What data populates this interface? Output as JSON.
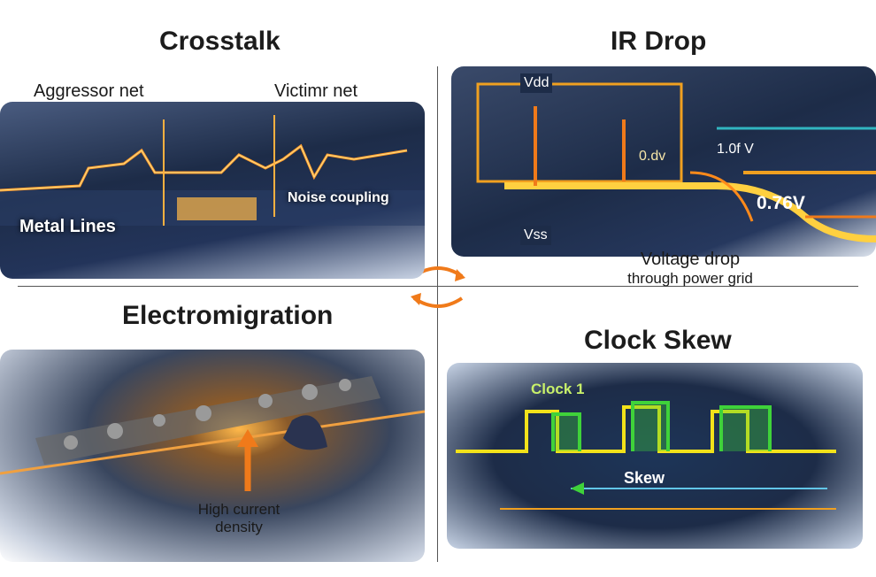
{
  "crosstalk": {
    "title": "Crosstalk",
    "aggressor": "Aggressor net",
    "victim": "Victimr net",
    "metal": "Metal Lines",
    "noise": "Noise coupling"
  },
  "irdrop": {
    "title": "IR Drop",
    "vdd": "Vdd",
    "vss": "Vss",
    "v1": "0.dv",
    "v2": "1.0f V",
    "v3": "0.76V",
    "caption1": "Voltage drop",
    "caption2": "through power grid"
  },
  "em": {
    "title": "Electromigration",
    "caption1": "High current",
    "caption2": "density"
  },
  "skew": {
    "title": "Clock Skew",
    "clock": "Clock 1",
    "skew": "Skew"
  },
  "colors": {
    "orange": "#f07a1a",
    "navy": "#1d2c48",
    "yellow": "#f2e21a",
    "green": "#3fd23a"
  }
}
